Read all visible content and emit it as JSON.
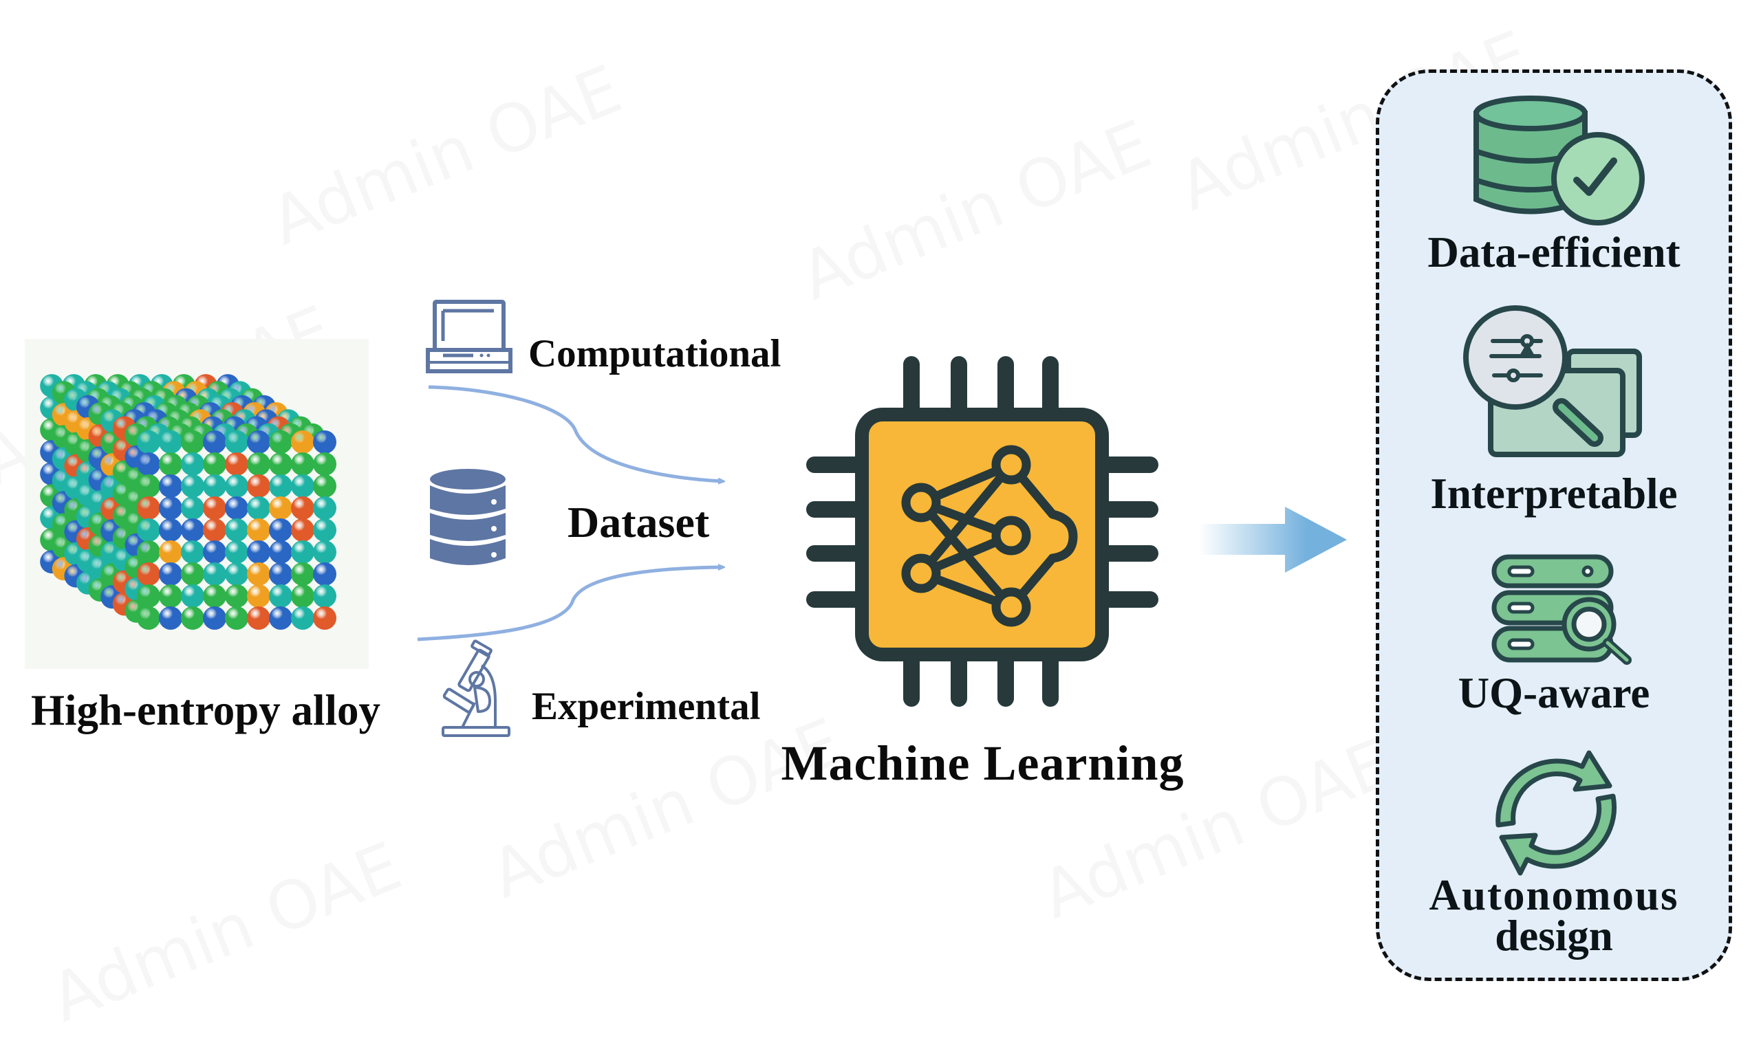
{
  "watermark": "Admin OAE",
  "alloy": {
    "label": "High-entropy alloy",
    "sphere_palette": [
      "#2fb34a",
      "#1fb3a6",
      "#2a66c4",
      "#e05a2a",
      "#f0a020"
    ]
  },
  "sources": {
    "computational": {
      "label": "Computational",
      "icon": "laptop-icon"
    },
    "dataset": {
      "label": "Dataset",
      "icon": "database-icon"
    },
    "experimental": {
      "label": "Experimental",
      "icon": "microscope-icon"
    },
    "icon_color": "#5e76a3",
    "flow_color": "#8fb0e0"
  },
  "model": {
    "label": "Machine Learning",
    "icon": "ai-chip-icon",
    "chip_color": "#f8b738",
    "outline_color": "#27393b"
  },
  "arrow": {
    "color": "#74b1dd"
  },
  "properties": {
    "border_color": "#111111",
    "fill_color": "#e3eef8",
    "icon_fill": "#6dbb8d",
    "items": [
      {
        "label": "Data-efficient",
        "icon": "database-check-icon"
      },
      {
        "label": "Interpretable",
        "icon": "magnifier-sliders-icon"
      },
      {
        "label": "UQ-aware",
        "icon": "server-search-icon"
      },
      {
        "label": "Autonomous",
        "label2": "design",
        "icon": "cycle-arrows-icon"
      }
    ]
  }
}
